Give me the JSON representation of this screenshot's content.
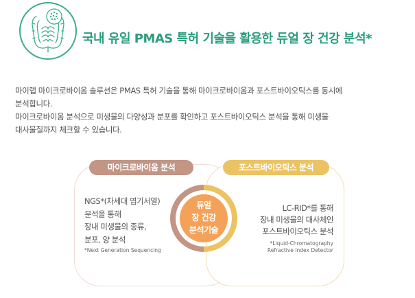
{
  "header": {
    "title": "국내 유일 PMAS 특허 기술을 활용한 듀얼 장 건강 분석*"
  },
  "description": {
    "lines": [
      "마이랩 마이크로바이옴 솔루션은 PMAS 특허 기술을 통해 마이크로바이옴과 포스트바이오틱스를 동시에",
      "분석합니다.",
      "마이크로바이옴 분석으로 미생물의 다양성과 분포를 확인하고 포스트바이오틱스 분석을 통해 미생물",
      "대사물질까지 체크할 수 있습니다."
    ]
  },
  "left_card": {
    "label": "마이크로바이옴 분석",
    "lines": [
      "NGS*(차세대 염기서열)",
      "분석을 통해",
      "장내 미생물의 종류,",
      "분포, 양 분석"
    ],
    "footnote": "*Next Generation Sequencing",
    "color": "#c29585"
  },
  "right_card": {
    "label": "포스트바이오틱스 분석",
    "lines": [
      "LC-RID*를 통해",
      "장내 미생물의 대사체인",
      "포스트바이오틱스 분석"
    ],
    "footnote_lines": [
      "*Liquid-Chromatography",
      "Refractive Index Detector"
    ],
    "color": "#ecc363"
  },
  "center": {
    "lines": [
      "듀얼",
      "장 건강",
      "분석기술"
    ],
    "color": "#f4a259"
  },
  "accent_color": "#2a9d7c",
  "icon": "intestine-icon"
}
